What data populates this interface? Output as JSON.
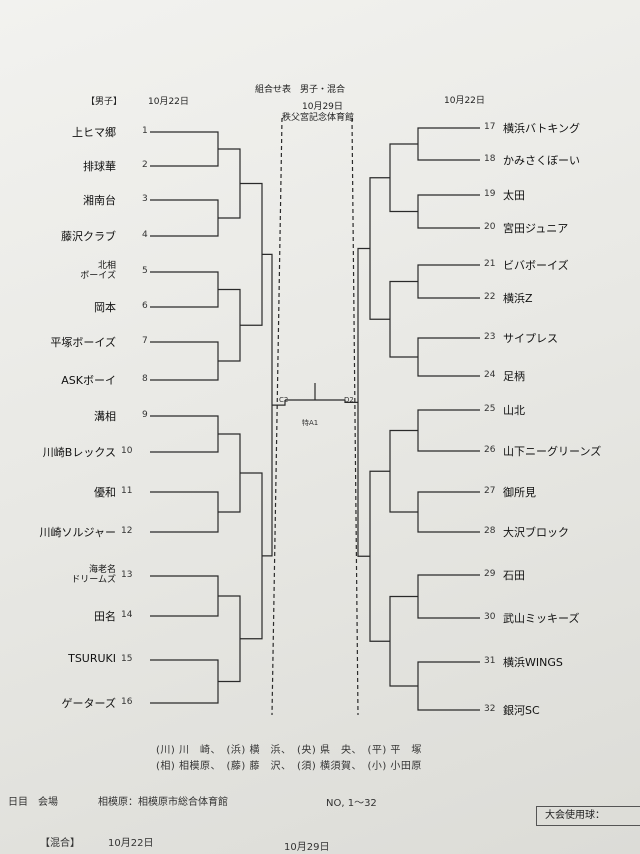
{
  "header": {
    "title": "組合せ表　男子・混合",
    "left_section": "【男子】",
    "left_date": "10月22日",
    "center_date": "10月29日",
    "center_venue": "秩父宮記念体育館",
    "right_date": "10月22日"
  },
  "left_teams": [
    {
      "num": "1",
      "name": "上ヒマ郷"
    },
    {
      "num": "2",
      "name": "排球華"
    },
    {
      "num": "3",
      "name": "湘南台"
    },
    {
      "num": "4",
      "name": "藤沢クラブ"
    },
    {
      "num": "5",
      "name": "北相\nボーイズ"
    },
    {
      "num": "6",
      "name": "岡本"
    },
    {
      "num": "7",
      "name": "平塚ボーイズ"
    },
    {
      "num": "8",
      "name": "ASKボーイ"
    },
    {
      "num": "9",
      "name": "溝相"
    },
    {
      "num": "10",
      "name": "川崎Bレックス"
    },
    {
      "num": "11",
      "name": "優和"
    },
    {
      "num": "12",
      "name": "川崎ソルジャー"
    },
    {
      "num": "13",
      "name": "海老名\nドリームズ"
    },
    {
      "num": "14",
      "name": "田名"
    },
    {
      "num": "15",
      "name": "TSURUKI"
    },
    {
      "num": "16",
      "name": "ゲーターズ"
    }
  ],
  "right_teams": [
    {
      "num": "17",
      "name": "横浜バトキング"
    },
    {
      "num": "18",
      "name": "かみさくぼーい"
    },
    {
      "num": "19",
      "name": "太田"
    },
    {
      "num": "20",
      "name": "宮田ジュニア"
    },
    {
      "num": "21",
      "name": "ビバボーイズ"
    },
    {
      "num": "22",
      "name": "横浜Z"
    },
    {
      "num": "23",
      "name": "サイプレス"
    },
    {
      "num": "24",
      "name": "足柄"
    },
    {
      "num": "25",
      "name": "山北"
    },
    {
      "num": "26",
      "name": "山下ニーグリーンズ"
    },
    {
      "num": "27",
      "name": "御所見"
    },
    {
      "num": "28",
      "name": "大沢ブロック"
    },
    {
      "num": "29",
      "name": "石田"
    },
    {
      "num": "30",
      "name": "武山ミッキーズ"
    },
    {
      "num": "31",
      "name": "横浜WINGS"
    },
    {
      "num": "32",
      "name": "銀河SC"
    }
  ],
  "bracket_labels": {
    "left_final": "C2",
    "right_final": "D2",
    "center": "特A1"
  },
  "legend": {
    "line1": "(川) 川　崎、　(浜) 横　浜、　(央) 県　央、　(平) 平　塚",
    "line2": "(相) 相模原、　(藤) 藤　沢、　(須) 横須賀、　(小) 小田原"
  },
  "footer": {
    "date_venue_label": "日目　会場",
    "venue": "相模原：相模原市総合体育館",
    "range": "NO, 1〜32",
    "ball_box": "大会使用球：",
    "mixed_label": "【混合】",
    "mixed_date": "10月22日",
    "mixed_date2": "10月29日"
  }
}
